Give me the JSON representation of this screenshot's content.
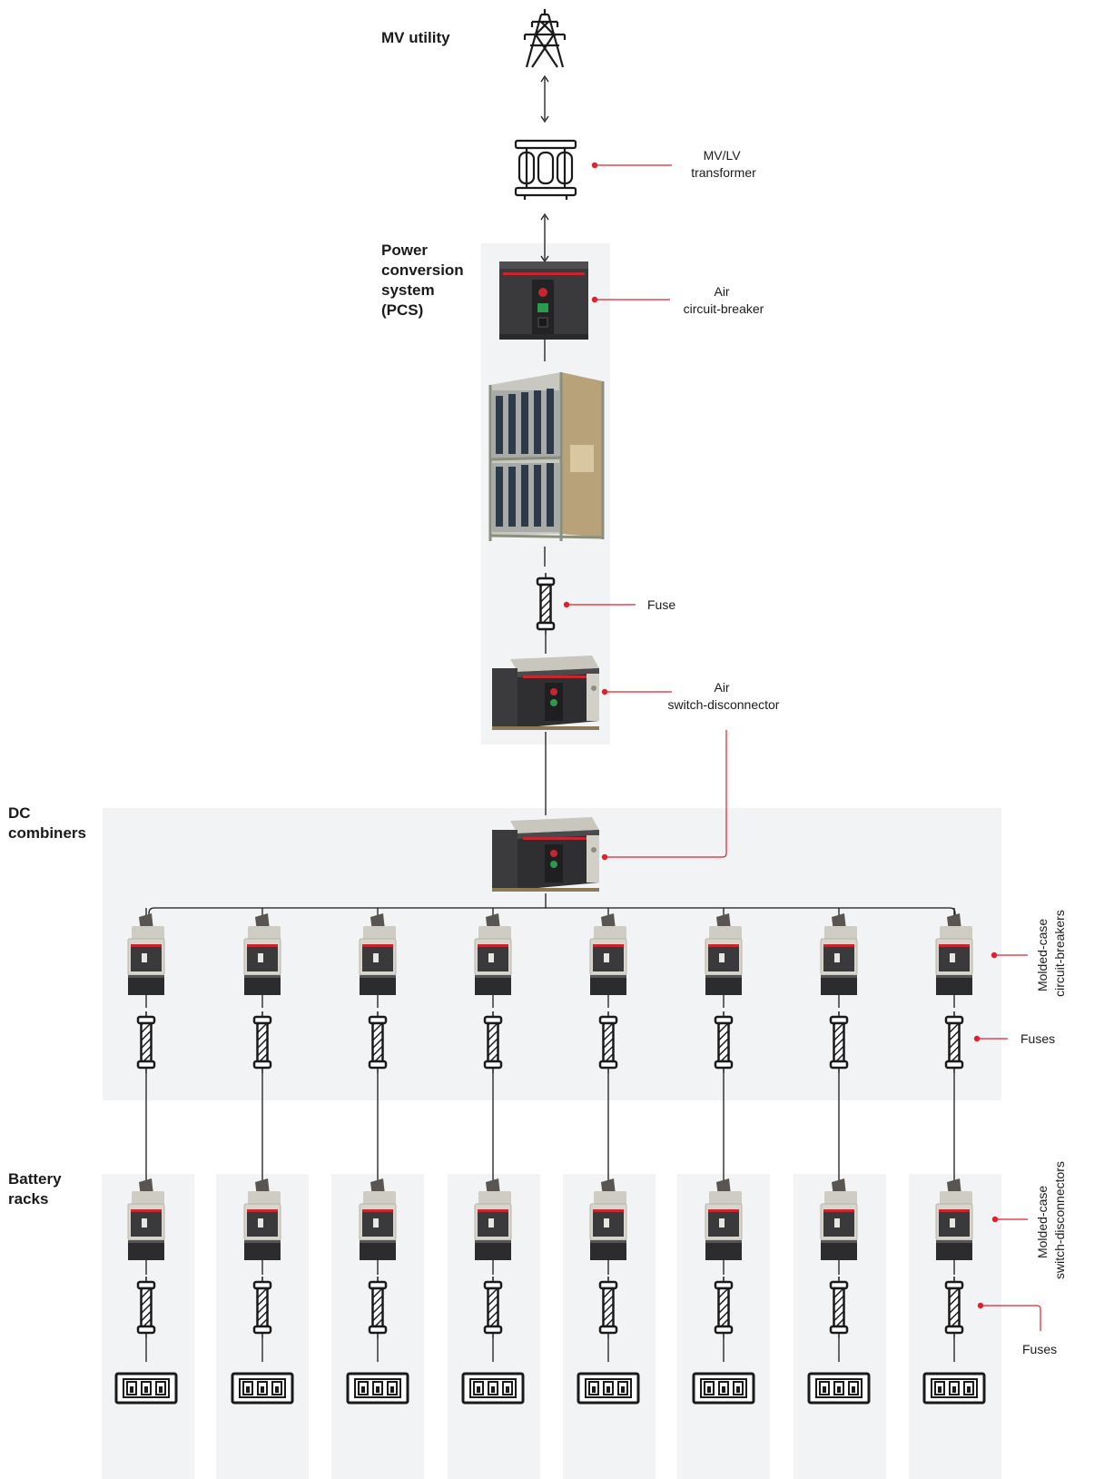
{
  "sections": {
    "mv_utility": "MV utility",
    "pcs": [
      "Power",
      "conversion",
      "system",
      "(PCS)"
    ],
    "dc_combiners": [
      "DC",
      "combiners"
    ],
    "battery_racks": [
      "Battery",
      "racks"
    ]
  },
  "annotations": {
    "transformer": [
      "MV/LV",
      "transformer"
    ],
    "air_circuit_breaker": [
      "Air",
      "circuit-breaker"
    ],
    "fuse": "Fuse",
    "air_switch_disconnector": [
      "Air",
      "switch-disconnector"
    ],
    "molded_case_circuit_breakers": [
      "Molded-case",
      "circuit-breakers"
    ],
    "fuses_combiner": "Fuses",
    "molded_case_switch_disconnectors": [
      "Molded-case",
      "switch-disconnectors"
    ],
    "fuses_racks": "Fuses"
  },
  "colors": {
    "accent": "#e0202e",
    "panel": "#f2f3f4",
    "line": "#1a1a1a"
  },
  "icons": [
    "transmission-tower-icon",
    "transformer-icon",
    "fuse-icon",
    "battery-icon"
  ],
  "branch_count": 8
}
